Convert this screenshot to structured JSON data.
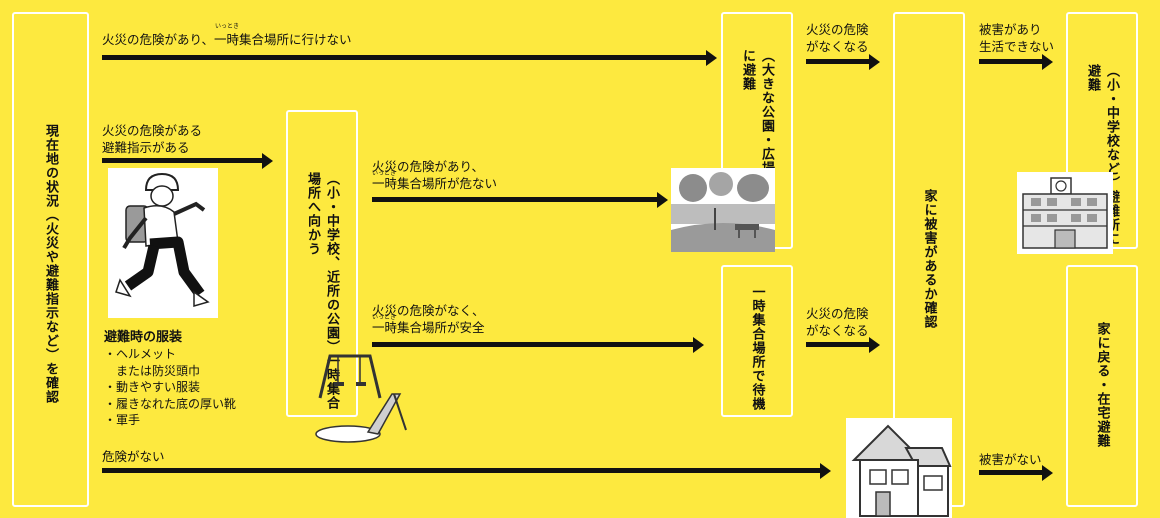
{
  "boxes": {
    "current_status": "現在地の状況（火災や避難指示など）を確認",
    "temporary_gathering": "（小・中学校、近所の公園）一時集合場所へ向かう",
    "evacuation_site": "（大きな公園・広場）避難場所に避難",
    "wait_at_gathering": "一時集合場所で待機",
    "check_house_damage": "家に被害があるか確認",
    "evacuation_shelter": "（小・中学校など）避難所に避難",
    "return_home": "家に戻る・在宅避難"
  },
  "arrows": {
    "fire_cannot_reach": "火災の危険があり、一時集合場所に行けない",
    "fire_risk_line1": "火災の危険がある",
    "fire_risk_line2": "避難指示がある",
    "gathering_danger_line1": "火災の危険があり、",
    "gathering_danger_line2": "一時集合場所が危ない",
    "gathering_safe_line1": "火災の危険がなく、",
    "gathering_safe_line2": "一時集合場所が安全",
    "no_danger": "危険がない",
    "fire_gone_top_line1": "火災の危険",
    "fire_gone_top_line2": "がなくなる",
    "fire_gone_mid_line1": "火災の危険",
    "fire_gone_mid_line2": "がなくなる",
    "damage_line1": "被害があり",
    "damage_line2": "生活できない",
    "no_damage": "被害がない"
  },
  "ruby": "いっとき",
  "clothing": {
    "title": "避難時の服装",
    "items": [
      "・ヘルメット",
      "　または防災頭巾",
      "・動きやすい服装",
      "・履きなれた底の厚い靴",
      "・軍手"
    ]
  },
  "colors": {
    "background": "#fde93f",
    "box_border": "#ffffff",
    "arrow": "#111111"
  }
}
